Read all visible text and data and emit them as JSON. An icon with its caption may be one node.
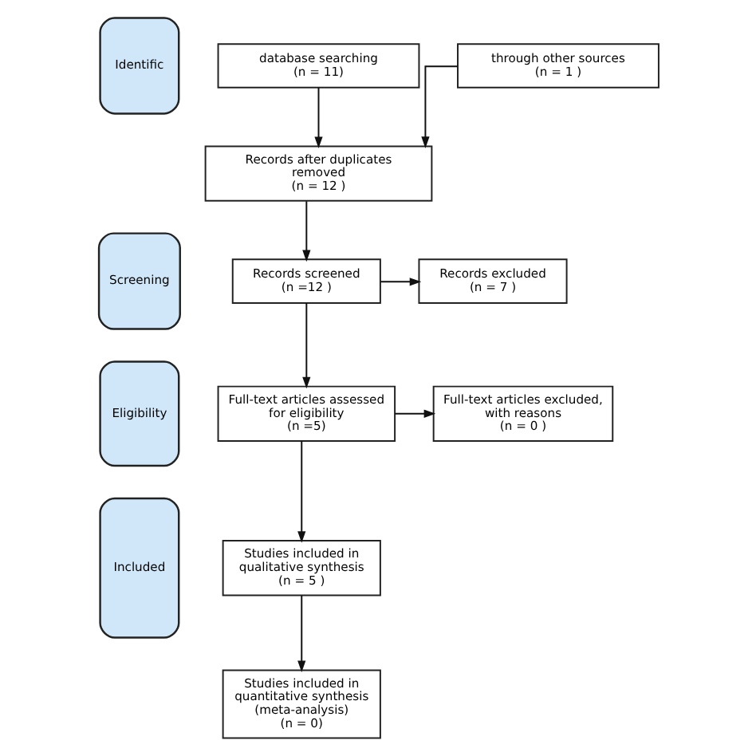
{
  "diagram": {
    "nodes": [
      {
        "text": [
          "Identific"
        ]
      },
      {
        "text": [
          "database searching",
          "(n = 11)"
        ]
      },
      {
        "text": [
          "through other sources",
          "(n = 1 )"
        ]
      },
      {
        "text": [
          "Records after duplicates removed",
          "(n = 12 )"
        ]
      },
      {
        "text": [
          "Screening"
        ]
      },
      {
        "text": [
          "Records screened",
          "(n =12 )"
        ]
      },
      {
        "text": [
          "Records excluded",
          "(n = 7 )"
        ]
      },
      {
        "text": [
          "Eligibility"
        ]
      },
      {
        "text": [
          "Full-text articles assessed for eligibility",
          "(n =5)"
        ]
      },
      {
        "text": [
          "Full-text articles excluded, with reasons",
          "(n = 0 )"
        ]
      },
      {
        "text": [
          "Included"
        ]
      },
      {
        "text": [
          "Studies included in qualitative synthesis",
          "(n = 5 )"
        ]
      },
      {
        "text": [
          "Studies included in quantitative synthesis (meta-analysis)",
          "(n = 0)"
        ]
      }
    ],
    "edges": [
      {
        "from": 1,
        "to": 3,
        "arrow": "to"
      },
      {
        "from": 2,
        "to": 3,
        "arrow": "to"
      },
      {
        "from": 3,
        "to": 5,
        "arrow": "to"
      },
      {
        "from": 5,
        "to": 6,
        "arrow": "to"
      },
      {
        "from": 5,
        "to": 8,
        "arrow": "to"
      },
      {
        "from": 8,
        "to": 9,
        "arrow": "to"
      },
      {
        "from": 8,
        "to": 11,
        "arrow": "to"
      },
      {
        "from": 11,
        "to": 12,
        "arrow": "to"
      }
    ]
  }
}
